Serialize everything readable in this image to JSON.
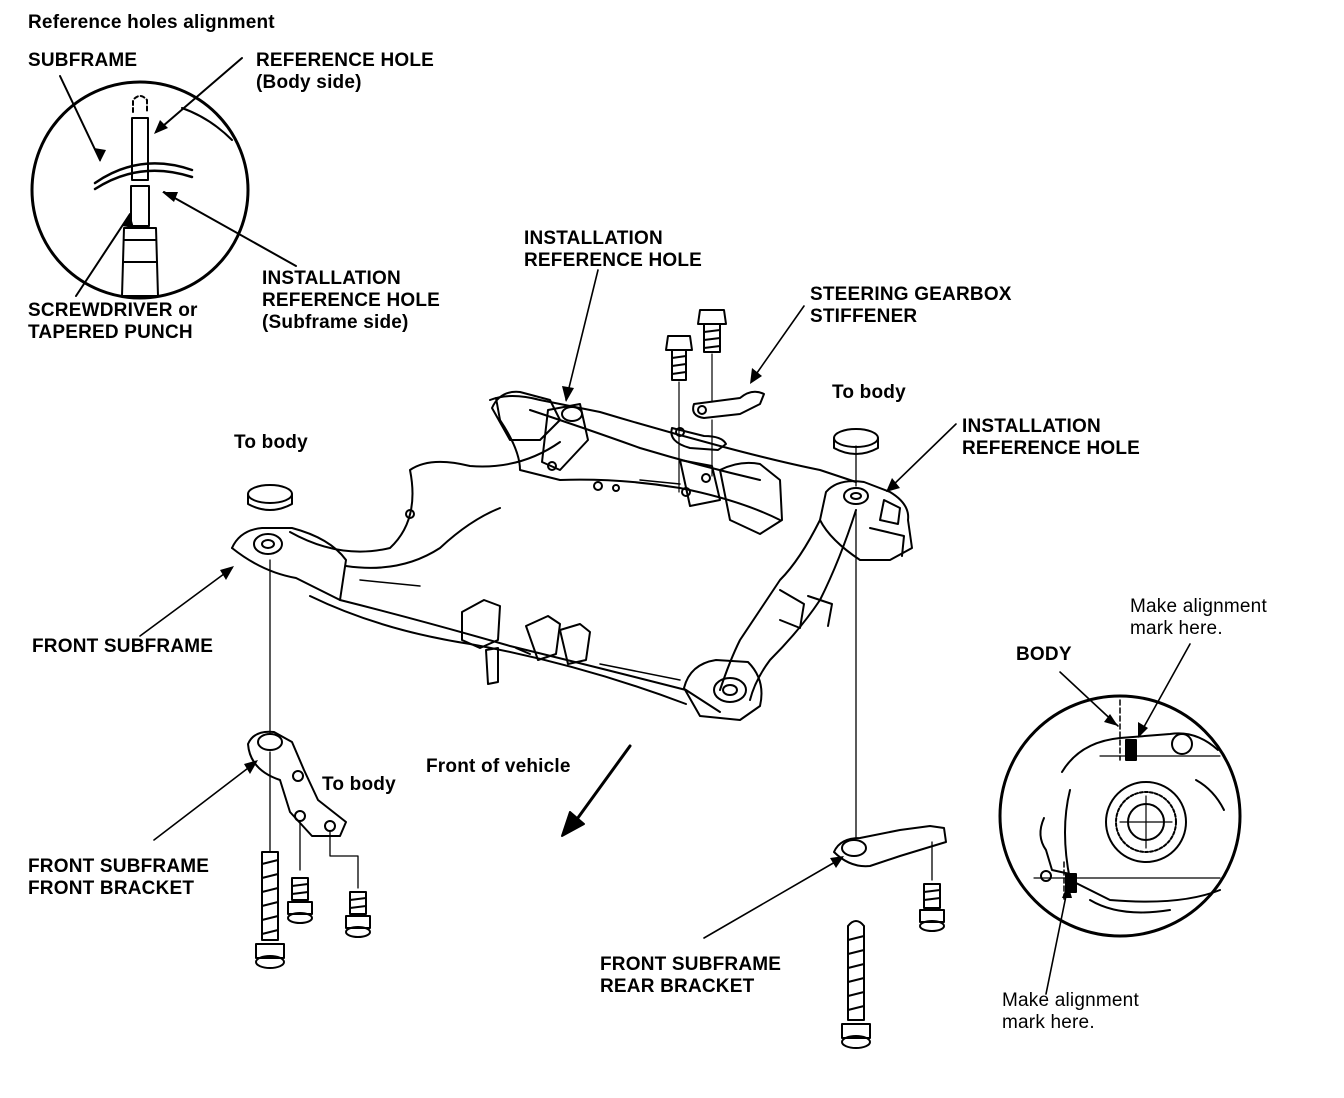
{
  "inset_title": "Reference holes alignment",
  "labels": {
    "subframe": "SUBFRAME",
    "ref_hole_body": "REFERENCE HOLE",
    "ref_hole_body_side": "(Body side)",
    "install_ref_sub_1": "INSTALLATION",
    "install_ref_sub_2": "REFERENCE HOLE",
    "install_ref_sub_3": "(Subframe side)",
    "screwdriver_1": "SCREWDRIVER or",
    "screwdriver_2": "TAPERED PUNCH",
    "install_ref_top_1": "INSTALLATION",
    "install_ref_top_2": "REFERENCE HOLE",
    "steering_1": "STEERING GEARBOX",
    "steering_2": "STIFFENER",
    "to_body_right": "To body",
    "install_ref_right_1": "INSTALLATION",
    "install_ref_right_2": "REFERENCE HOLE",
    "to_body_left": "To body",
    "front_subframe": "FRONT SUBFRAME",
    "make_mark_top_1": "Make alignment",
    "make_mark_top_2": "mark here.",
    "body": "BODY",
    "to_body_bracket": "To body",
    "front_of_vehicle": "Front of vehicle",
    "front_bracket_1": "FRONT SUBFRAME",
    "front_bracket_2": "FRONT BRACKET",
    "rear_bracket_1": "FRONT SUBFRAME",
    "rear_bracket_2": "REAR BRACKET",
    "make_mark_bottom_1": "Make alignment",
    "make_mark_bottom_2": "mark here."
  }
}
